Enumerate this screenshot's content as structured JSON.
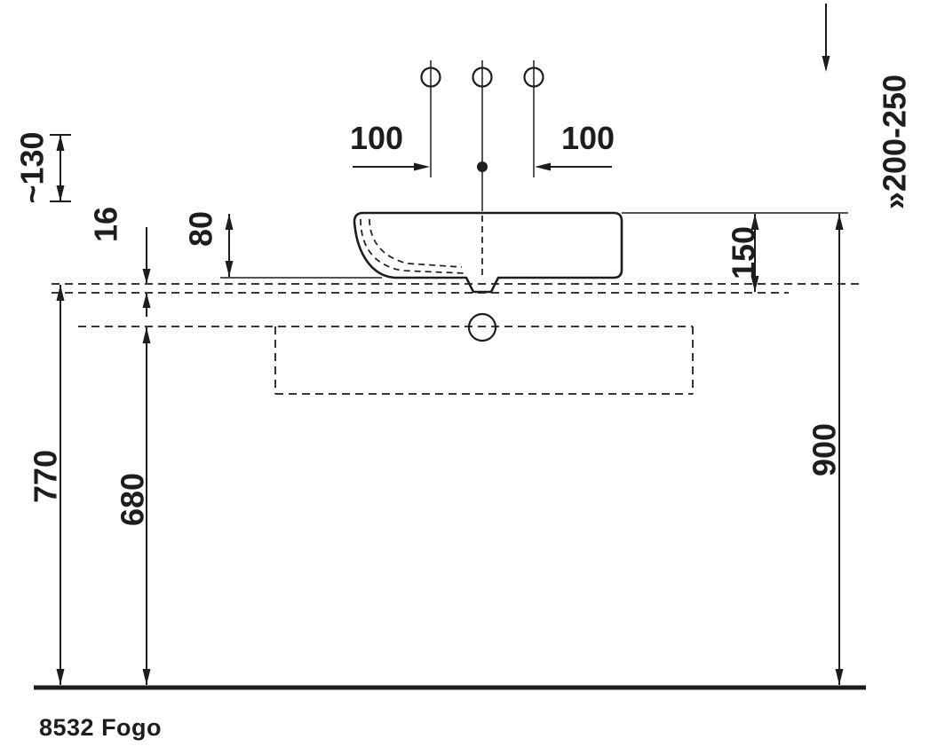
{
  "drawing": {
    "product_code": "8532 Fogo",
    "dimensions": {
      "d100_left": "100",
      "d100_right": "100",
      "d130": "~130",
      "d16": "16",
      "d80": "80",
      "d150": "150",
      "d200_250": "»200-250",
      "d770": "770",
      "d680": "680",
      "d900": "900"
    },
    "colors": {
      "ink": "#1d1d1b",
      "background": "#ffffff"
    }
  }
}
